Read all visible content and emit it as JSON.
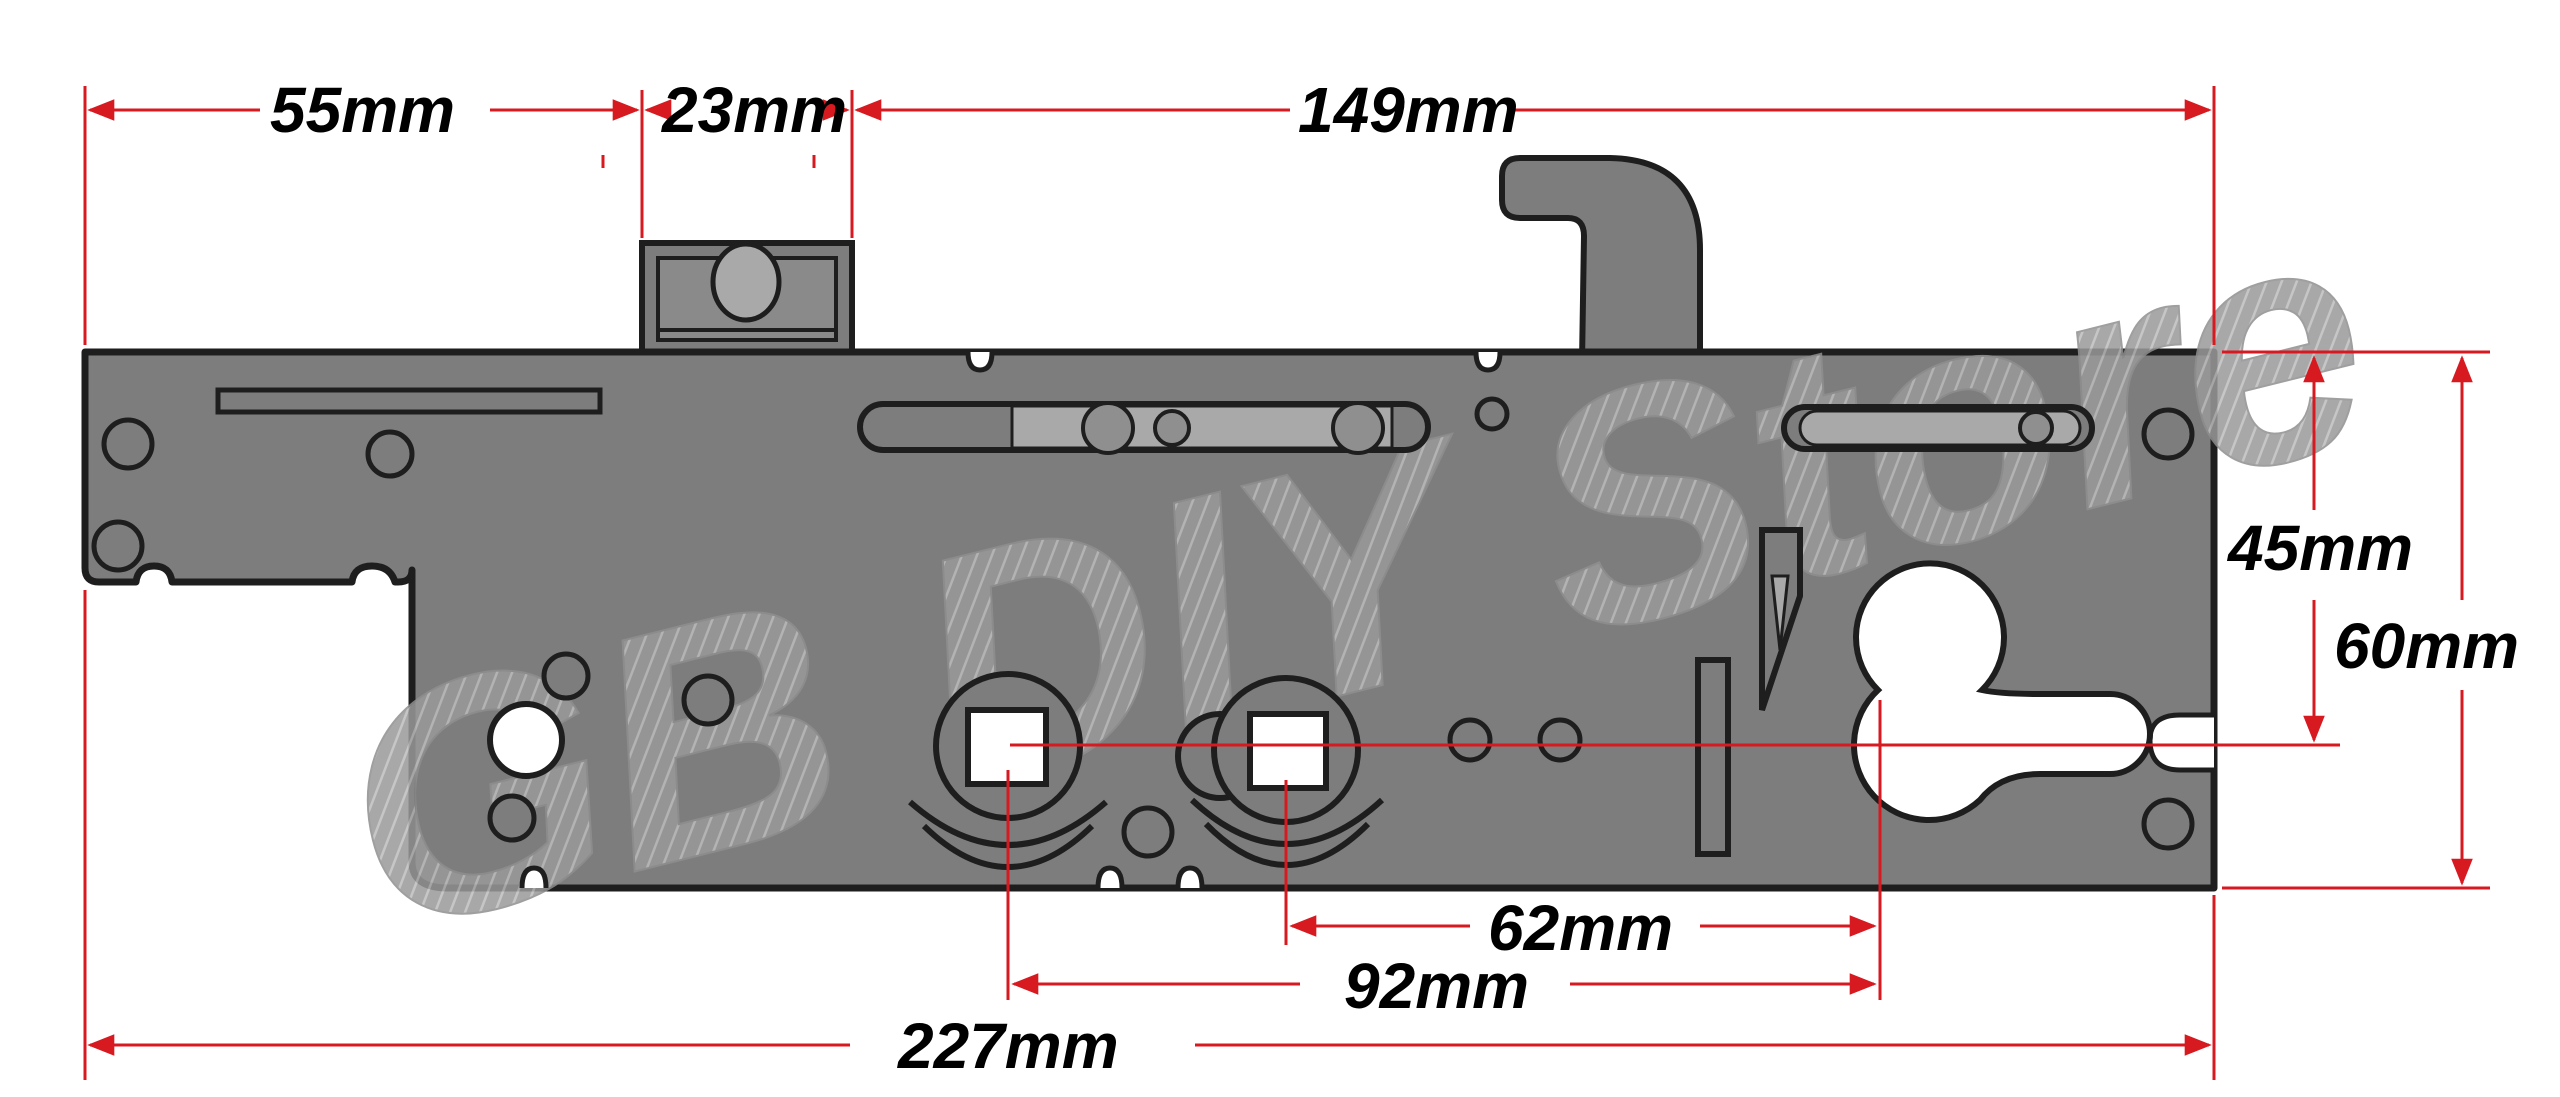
{
  "watermark": "GB DIY Store",
  "dimensions": {
    "top_left": "55mm",
    "top_mid": "23mm",
    "top_right": "149mm",
    "right_inner": "45mm",
    "right_outer": "60mm",
    "bottom_62": "62mm",
    "bottom_92": "92mm",
    "bottom_total": "227mm"
  },
  "colors": {
    "body": "#7d7d7d",
    "outline": "#1e1e1e",
    "slot_fill": "#a9a9a9",
    "dimension_line": "#d71920",
    "background": "#ffffff"
  }
}
